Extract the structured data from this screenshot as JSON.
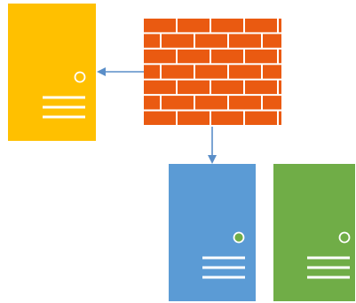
{
  "diagram": {
    "background": "#ffffff",
    "arrow_color": "#5a8ec8",
    "firewall": {
      "icon": "brick-wall-firewall-icon",
      "brick_color": "#ea5a11",
      "mortar_color": "#ffffff"
    },
    "servers": [
      {
        "id": "server-yellow",
        "icon": "server-tower-icon",
        "body_color": "#ffc000",
        "indicator_fill": "#ffc000",
        "line_color": "#ffffff"
      },
      {
        "id": "server-blue",
        "icon": "server-tower-icon",
        "body_color": "#5b9bd5",
        "indicator_fill": "#70ad47",
        "line_color": "#ffffff"
      },
      {
        "id": "server-green",
        "icon": "server-tower-icon",
        "body_color": "#70ad47",
        "indicator_fill": "#70ad47",
        "line_color": "#ffffff"
      }
    ],
    "connections": [
      {
        "from": "firewall",
        "to": "server-yellow",
        "direction": "left"
      },
      {
        "from": "firewall",
        "to": "server-blue",
        "direction": "down"
      }
    ]
  }
}
